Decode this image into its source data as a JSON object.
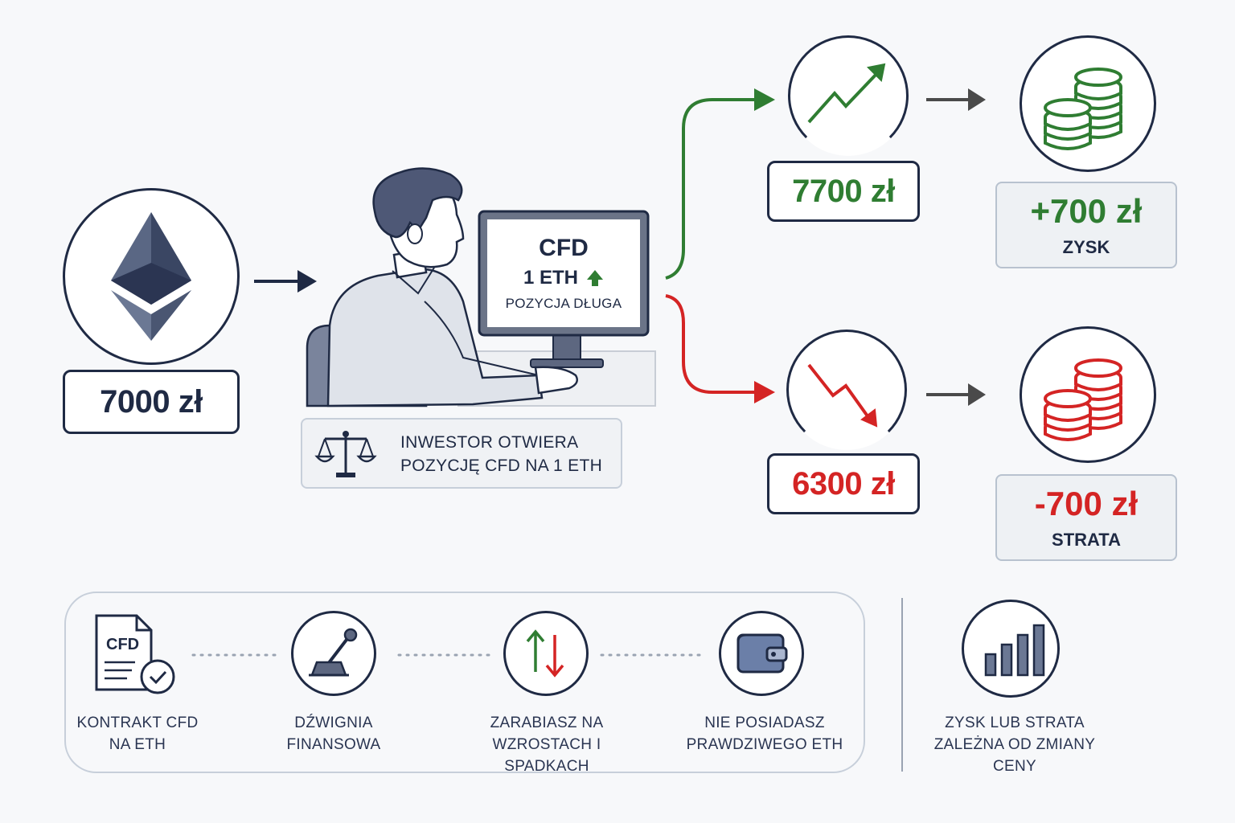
{
  "start": {
    "price": "7000 zł",
    "icon": "ethereum-icon"
  },
  "investor": {
    "screen_title": "CFD",
    "screen_asset": "1 ETH",
    "screen_position": "POZYCJA DŁUGA",
    "caption_line1": "INWESTOR OTWIERA",
    "caption_line2": "POZYCJĘ CFD NA 1 ETH"
  },
  "up_scenario": {
    "price": "7700 zł",
    "amount": "+700 zł",
    "label": "ZYSK",
    "color": "#2f7d32"
  },
  "down_scenario": {
    "price": "6300 zł",
    "amount": "-700 zł",
    "label": "STRATA",
    "color": "#d42424"
  },
  "features": [
    {
      "line1": "KONTRAKT CFD",
      "line2": "NA ETH",
      "icon": "cfd-document-icon"
    },
    {
      "line1": "DŹWIGNIA",
      "line2": "FINANSOWA",
      "icon": "lever-icon"
    },
    {
      "line1": "ZARABIASZ NA",
      "line2": "WZROSTACH I SPADKACH",
      "icon": "up-down-arrows-icon"
    },
    {
      "line1": "NIE POSIADASZ",
      "line2": "PRAWDZIWEGO ETH",
      "icon": "wallet-icon"
    }
  ],
  "summary": {
    "line1": "ZYSK LUB STRATA",
    "line2": "ZALEŻNA OD ZMIANY CENY",
    "icon": "bar-chart-icon"
  },
  "colors": {
    "navy": "#1f2a44",
    "green": "#2f7d32",
    "red": "#d42424",
    "grey_arrow": "#4a4a4a"
  }
}
